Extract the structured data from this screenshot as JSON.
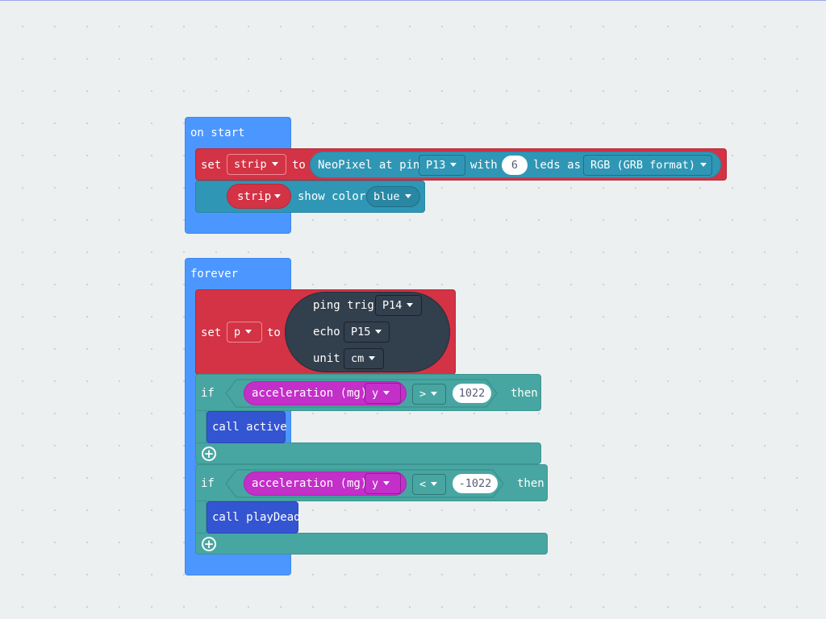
{
  "on_start": {
    "hat_label": "on start",
    "set_strip": {
      "set_label": "set",
      "variable": "strip",
      "to_label": "to",
      "neopixel_label": "NeoPixel at pin",
      "pin": "P13",
      "with_label": "with",
      "led_count": "6",
      "leds_as_label": "leds as",
      "mode": "RGB (GRB format)"
    },
    "show_color": {
      "strip": "strip",
      "label": "show color",
      "color": "blue"
    }
  },
  "forever": {
    "hat_label": "forever",
    "set_p": {
      "set_label": "set",
      "variable": "p",
      "to_label": "to",
      "ping_label": "ping trig",
      "trig_pin": "P14",
      "echo_label": "echo",
      "echo_pin": "P15",
      "unit_label": "unit",
      "unit": "cm"
    },
    "if_blocks": [
      {
        "if_label": "if",
        "sensor": "acceleration (mg)",
        "axis": "y",
        "operator": ">",
        "value": "1022",
        "then_label": "then",
        "call": "call active"
      },
      {
        "if_label": "if",
        "sensor": "acceleration (mg)",
        "axis": "y",
        "operator": "<",
        "value": "-1022",
        "then_label": "then",
        "call": "call playDead"
      }
    ]
  },
  "colors": {
    "event": "#4c97ff",
    "variables": "#d33345",
    "neopixel": "#2f97b5",
    "logic": "#48a6a2",
    "functions": "#3455d1",
    "input": "#c32fc9",
    "sonar": "#323f4d"
  }
}
